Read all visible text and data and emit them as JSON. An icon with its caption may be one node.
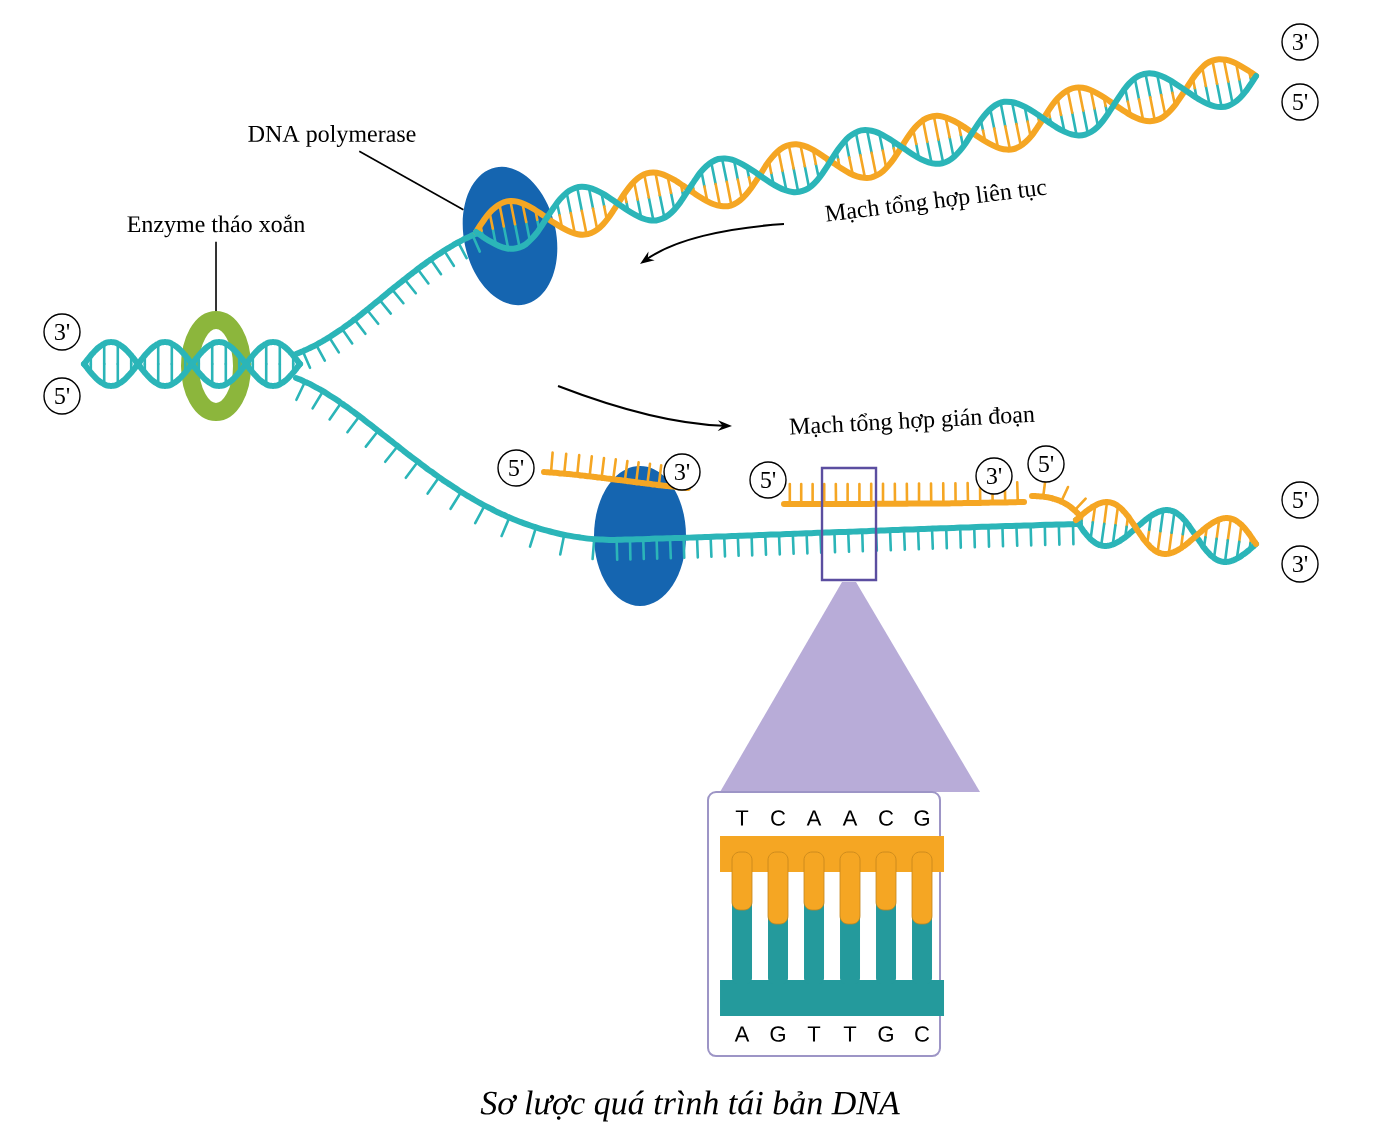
{
  "diagram": {
    "caption": "Sơ lược quá trình tái bản DNA",
    "nodes": [
      {
        "text": [
          "DNA polymerase"
        ]
      },
      {
        "text": [
          "Enzyme tháo xoắn"
        ]
      },
      {
        "text": [],
        "shape": "circle"
      },
      {
        "text": [],
        "shape": "ellipse"
      },
      {
        "text": [],
        "shape": "ellipse"
      }
    ],
    "edges": [
      {
        "from": 0,
        "to": 3,
        "arrow": "none"
      },
      {
        "from": 1,
        "to": 2,
        "arrow": "none"
      }
    ],
    "labels": [
      "3'",
      "5'",
      "Mạch tổng hợp liên tục",
      "3'",
      "5'",
      "Mạch tổng hợp gián đoạn",
      "5'",
      "3'",
      "5'",
      "3'",
      "5'",
      "5'",
      "3'",
      "T",
      "C",
      "A",
      "A",
      "C",
      "G",
      "A",
      "G",
      "T",
      "T",
      "G",
      "C"
    ]
  }
}
